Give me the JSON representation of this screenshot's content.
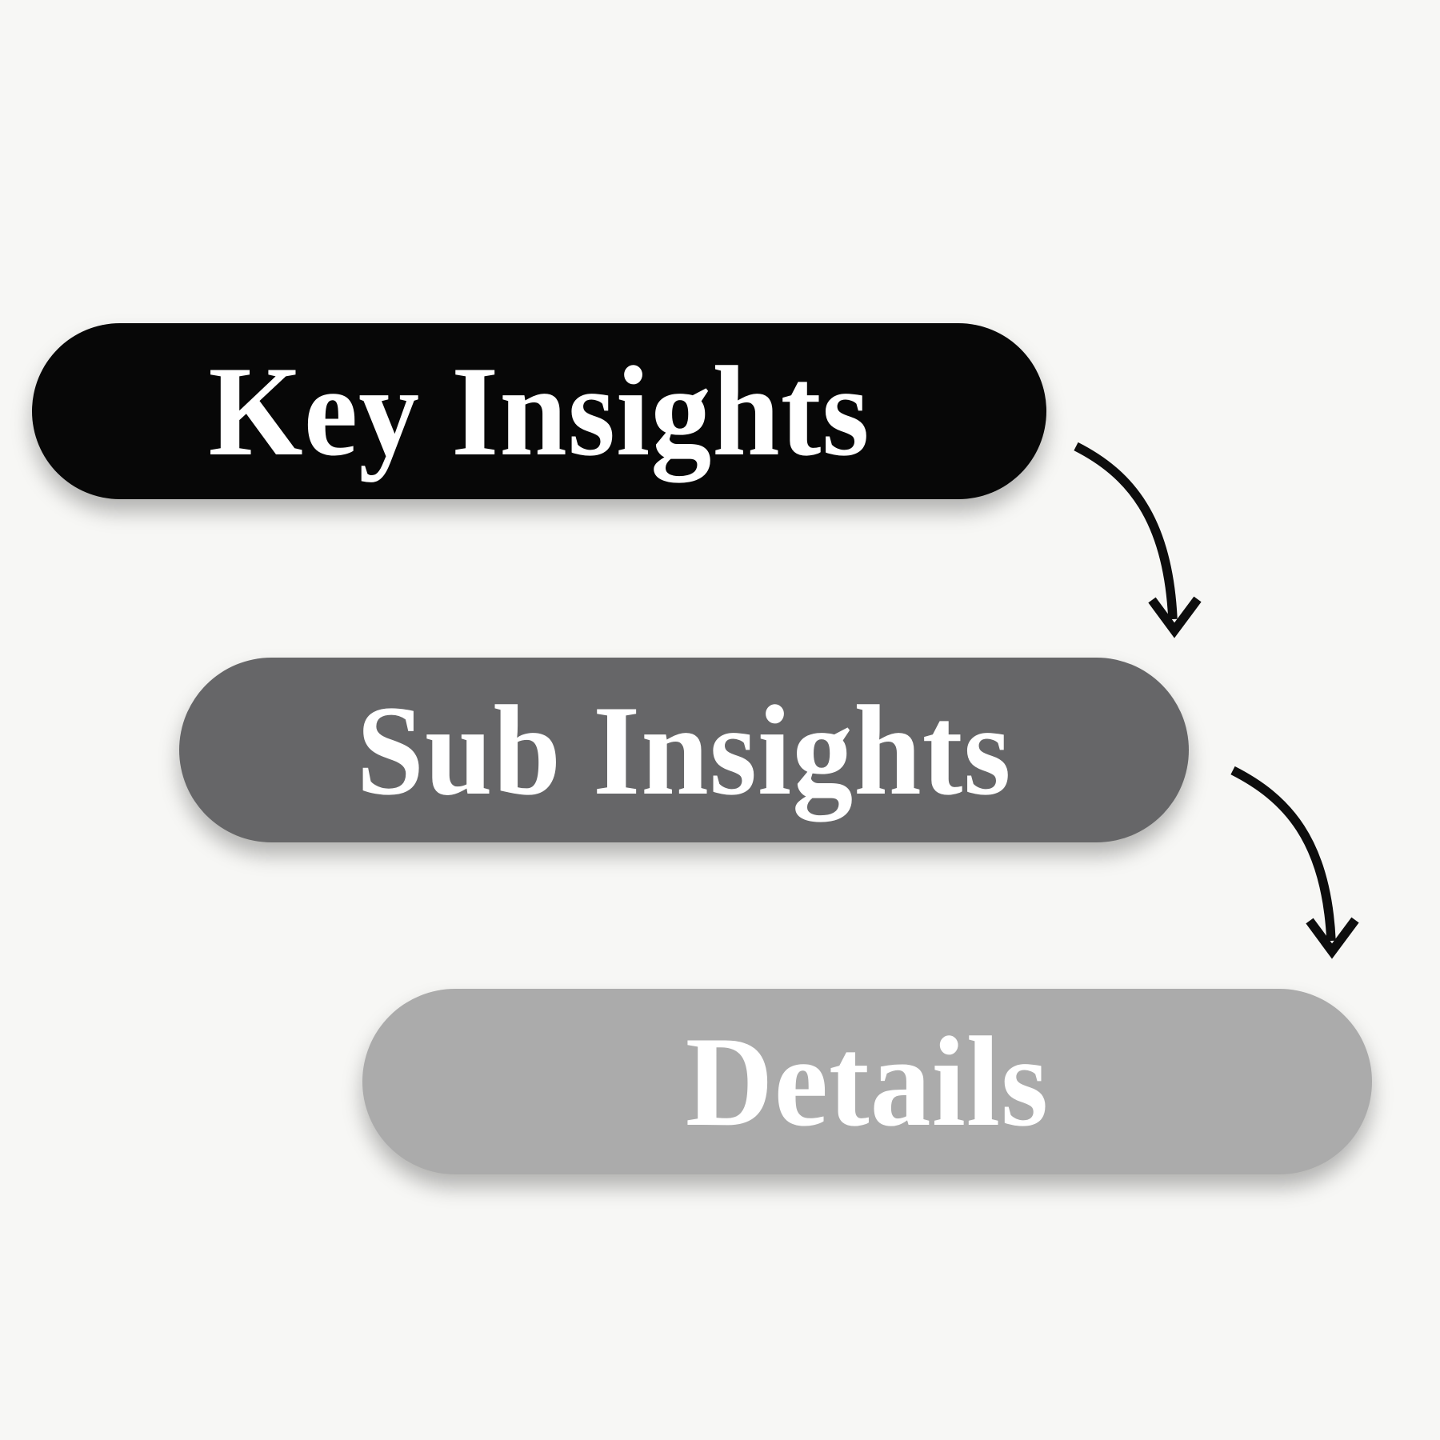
{
  "diagram": {
    "title": "insight hierarchy diagram",
    "nodes": [
      {
        "id": "key-insights",
        "label": "Key Insights",
        "bg": "#070707",
        "text_color": "#ffffff",
        "level": 1
      },
      {
        "id": "sub-insights",
        "label": "Sub Insights",
        "bg": "#666668",
        "text_color": "#ffffff",
        "level": 2
      },
      {
        "id": "details",
        "label": "Details",
        "bg": "#ababab",
        "text_color": "#ffffff",
        "level": 3
      }
    ],
    "connectors": [
      {
        "from": "key-insights",
        "to": "sub-insights",
        "style": "curved-arrow-down-right"
      },
      {
        "from": "sub-insights",
        "to": "details",
        "style": "curved-arrow-down-right"
      }
    ],
    "colors": {
      "background": "#f7f7f5",
      "arrow": "#0d0d0d"
    }
  }
}
